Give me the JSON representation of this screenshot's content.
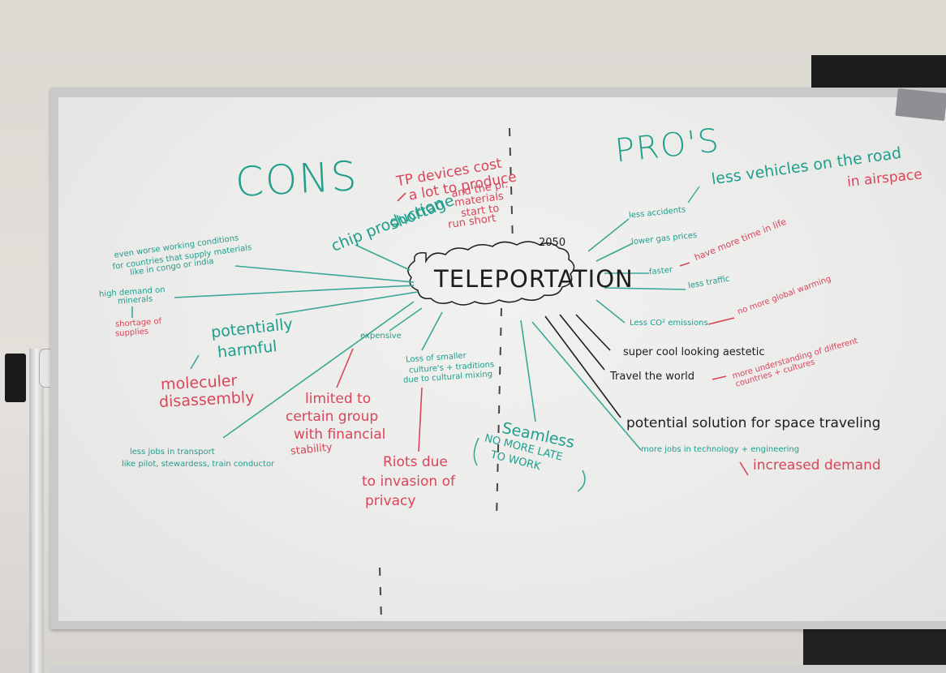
{
  "center": {
    "title": "TELEPORTATION",
    "year": "2050"
  },
  "headers": {
    "cons": "CONS",
    "pros": "PRO'S"
  },
  "cons": {
    "tp_devices_1": "TP devices cost",
    "tp_devices_2": "a lot to produce",
    "tp_devices_3": "and the pr.",
    "tp_devices_4": "materials",
    "tp_devices_5": "start to",
    "tp_devices_6": "run short",
    "chip_1": "chip production",
    "chip_2": "shortage",
    "working_1": "even worse working conditions",
    "working_2": "for countries that supply materials",
    "working_3": "like in congo or india",
    "demand_1": "high demand on",
    "demand_2": "minerals",
    "shortage_1": "shortage of",
    "shortage_2": "supplies",
    "harmful_1": "potentially",
    "harmful_2": "harmful",
    "molecular_1": "moleculer",
    "molecular_2": "disassembly",
    "expensive": "expensive",
    "culture_1": "Loss of smaller",
    "culture_2": "culture's + traditions",
    "culture_3": "due to cultural mixing",
    "limited_1": "limited to",
    "limited_2": "certain group",
    "limited_3": "with financial",
    "limited_4": "stability",
    "jobs_1": "less jobs in transport",
    "jobs_2": "like pilot, stewardess, train conductor",
    "riots_1": "Riots due",
    "riots_2": "to invasion of",
    "riots_3": "privacy"
  },
  "pros": {
    "vehicles_1": "less vehicles on the road",
    "vehicles_2": "in airspace",
    "accidents": "less accidents",
    "gas": "lower gas prices",
    "faster": "faster",
    "more_time": "have more time in life",
    "traffic": "less traffic",
    "co2": "Less CO² emissions",
    "warming": "no more global warming",
    "aesthetic": "super cool looking aestetic",
    "travel": "Travel the world",
    "understanding_1": "more understanding of different",
    "understanding_2": "countries + cultures",
    "space": "potential solution for space traveling",
    "tech_jobs": "more jobs in technology + engineering",
    "demand": "increased demand",
    "seamless": "Seamless",
    "late_1": "NO MORE LATE",
    "late_2": "TO WORK"
  }
}
